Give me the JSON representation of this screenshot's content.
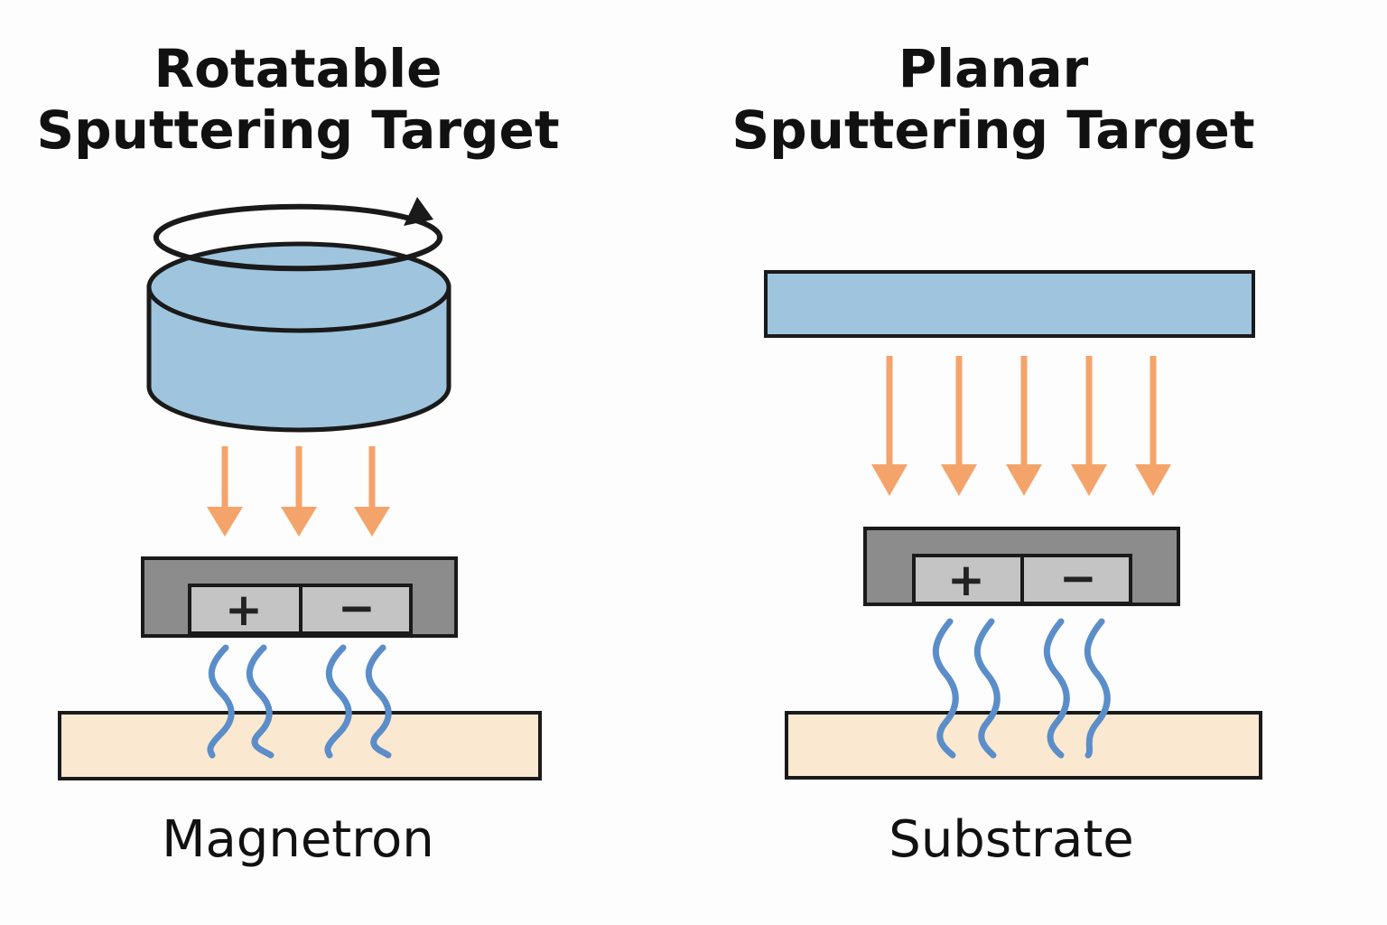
{
  "left": {
    "title_line1": "Rotatable",
    "title_line2": "Sputtering Target",
    "caption": "Magnetron",
    "plus": "+",
    "minus": "−"
  },
  "right": {
    "title_line1": "Planar",
    "title_line2": "Sputtering Target",
    "caption": "Substrate",
    "plus": "+",
    "minus": "−"
  },
  "colors": {
    "target_blue": "#9fc4de",
    "arrow_orange": "#f4a46b",
    "magnetron_dark": "#8c8c8c",
    "magnet_light": "#c4c4c4",
    "wave_blue": "#5b8ec9",
    "substrate_beige": "#fbe8d0",
    "outline": "#222222"
  },
  "icons": {
    "rotation": "rotation-arrow-icon",
    "flux": "down-arrow-icon",
    "field": "wave-line-icon"
  }
}
